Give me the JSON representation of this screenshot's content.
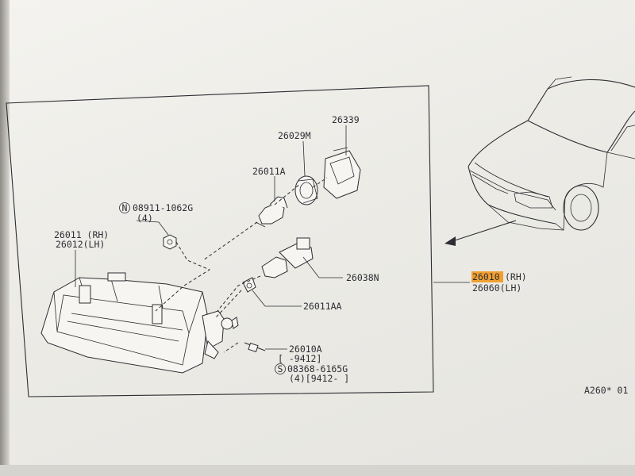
{
  "diagram": {
    "callouts": {
      "p26339": "26339",
      "p26029m": "26029M",
      "p26011a": "26011A",
      "n08911": "08911-1062G",
      "n08911_qty": "(4)",
      "n_marker": "N",
      "p26011_rh": "26011 (RH)",
      "p26012_lh": "26012(LH)",
      "p26038n": "26038N",
      "p26011aa": "26011AA",
      "p26010a": "26010A",
      "p26010a_range": "[  -9412]",
      "s_marker": "S",
      "s08368": "08368-6165G",
      "s08368_qty": "(4)[9412-  ]",
      "assembly_num": "26010",
      "assembly_rh": "(RH)",
      "assembly_lh": "26060(LH)",
      "figure_code": "A260* 01"
    },
    "highlight_color": "#f0a030",
    "line_color": "#2d2d33",
    "paper_color": "#f4f3ef"
  }
}
